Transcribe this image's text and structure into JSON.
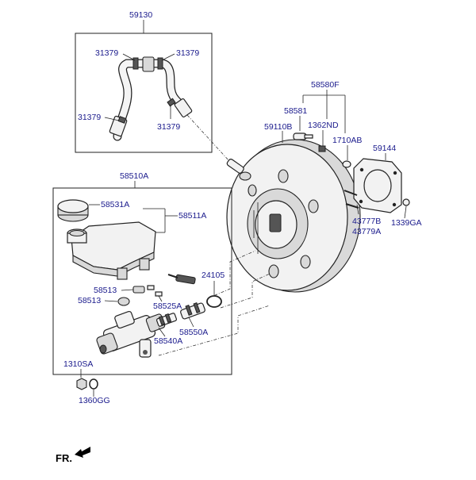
{
  "labels": {
    "hose_assembly": "59130",
    "clamp_tl": "31379",
    "clamp_tr": "31379",
    "clamp_bl": "31379",
    "clamp_br": "31379",
    "booster_kit": "58580F",
    "pin": "58581",
    "nut_1362": "1362ND",
    "check_valve": "59110B",
    "washer_1710": "1710AB",
    "gasket": "59144",
    "nut_1339": "1339GA",
    "bolt_43777": "43777B",
    "bolt_43779": "43779A",
    "master_cyl": "58510A",
    "cap": "58531A",
    "reservoir": "58511A",
    "grommet_1": "58513",
    "grommet_2": "58513",
    "sensor": "58525A",
    "oring": "24105",
    "seal": "58550A",
    "piston": "58540A",
    "nut_1310": "1310SA",
    "washer_1360": "1360GG",
    "front_marker": "FR."
  }
}
